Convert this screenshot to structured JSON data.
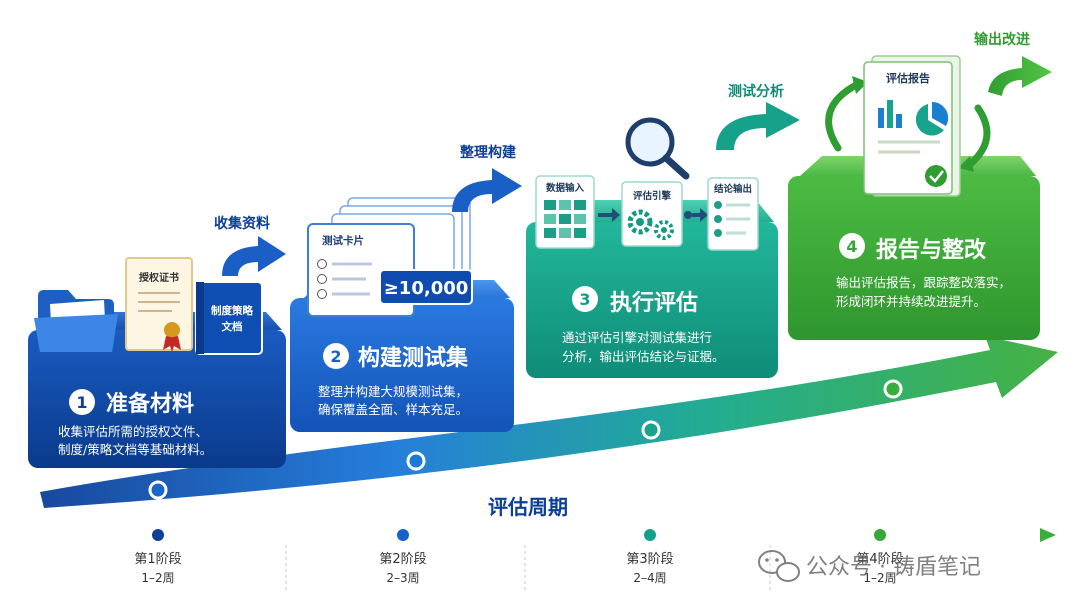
{
  "colors": {
    "navy": "#0b3f96",
    "blue": "#1563c9",
    "teal": "#12a089",
    "green": "#3aa63a",
    "white": "#ffffff"
  },
  "stages": [
    {
      "number": "1",
      "title": "准备材料",
      "desc_line1": "收集评估所需的授权文件、",
      "desc_line2": "制度/策略文档等基础材料。",
      "icon_doc1": "授权证书",
      "icon_doc2_line1": "制度策略",
      "icon_doc2_line2": "文档",
      "arrow_label": "收集资料"
    },
    {
      "number": "2",
      "title": "构建测试集",
      "desc_line1": "整理并构建大规模测试集，",
      "desc_line2": "确保覆盖全面、样本充足。",
      "icon_card": "测试卡片",
      "icon_count": "≥10,000",
      "arrow_label": "整理构建"
    },
    {
      "number": "3",
      "title": "执行评估",
      "desc_line1": "通过评估引擎对测试集进行",
      "desc_line2": "分析，输出评估结论与证据。",
      "icon_in": "数据输入",
      "icon_engine": "评估引擎",
      "icon_out": "结论输出",
      "arrow_label": "测试分析"
    },
    {
      "number": "4",
      "title": "报告与整改",
      "desc_line1": "输出评估报告，跟踪整改落实，",
      "desc_line2": "形成闭环并持续改进提升。",
      "icon_report": "评估报告",
      "arrow_label": "输出改进"
    }
  ],
  "cycle_label": "评估周期",
  "timeline": [
    {
      "phase": "第1阶段",
      "duration": "1–2周"
    },
    {
      "phase": "第2阶段",
      "duration": "2–3周"
    },
    {
      "phase": "第3阶段",
      "duration": "2–4周"
    },
    {
      "phase": "第4阶段",
      "duration": "1–2周"
    }
  ],
  "watermark": "公众号 · 铸盾笔记"
}
